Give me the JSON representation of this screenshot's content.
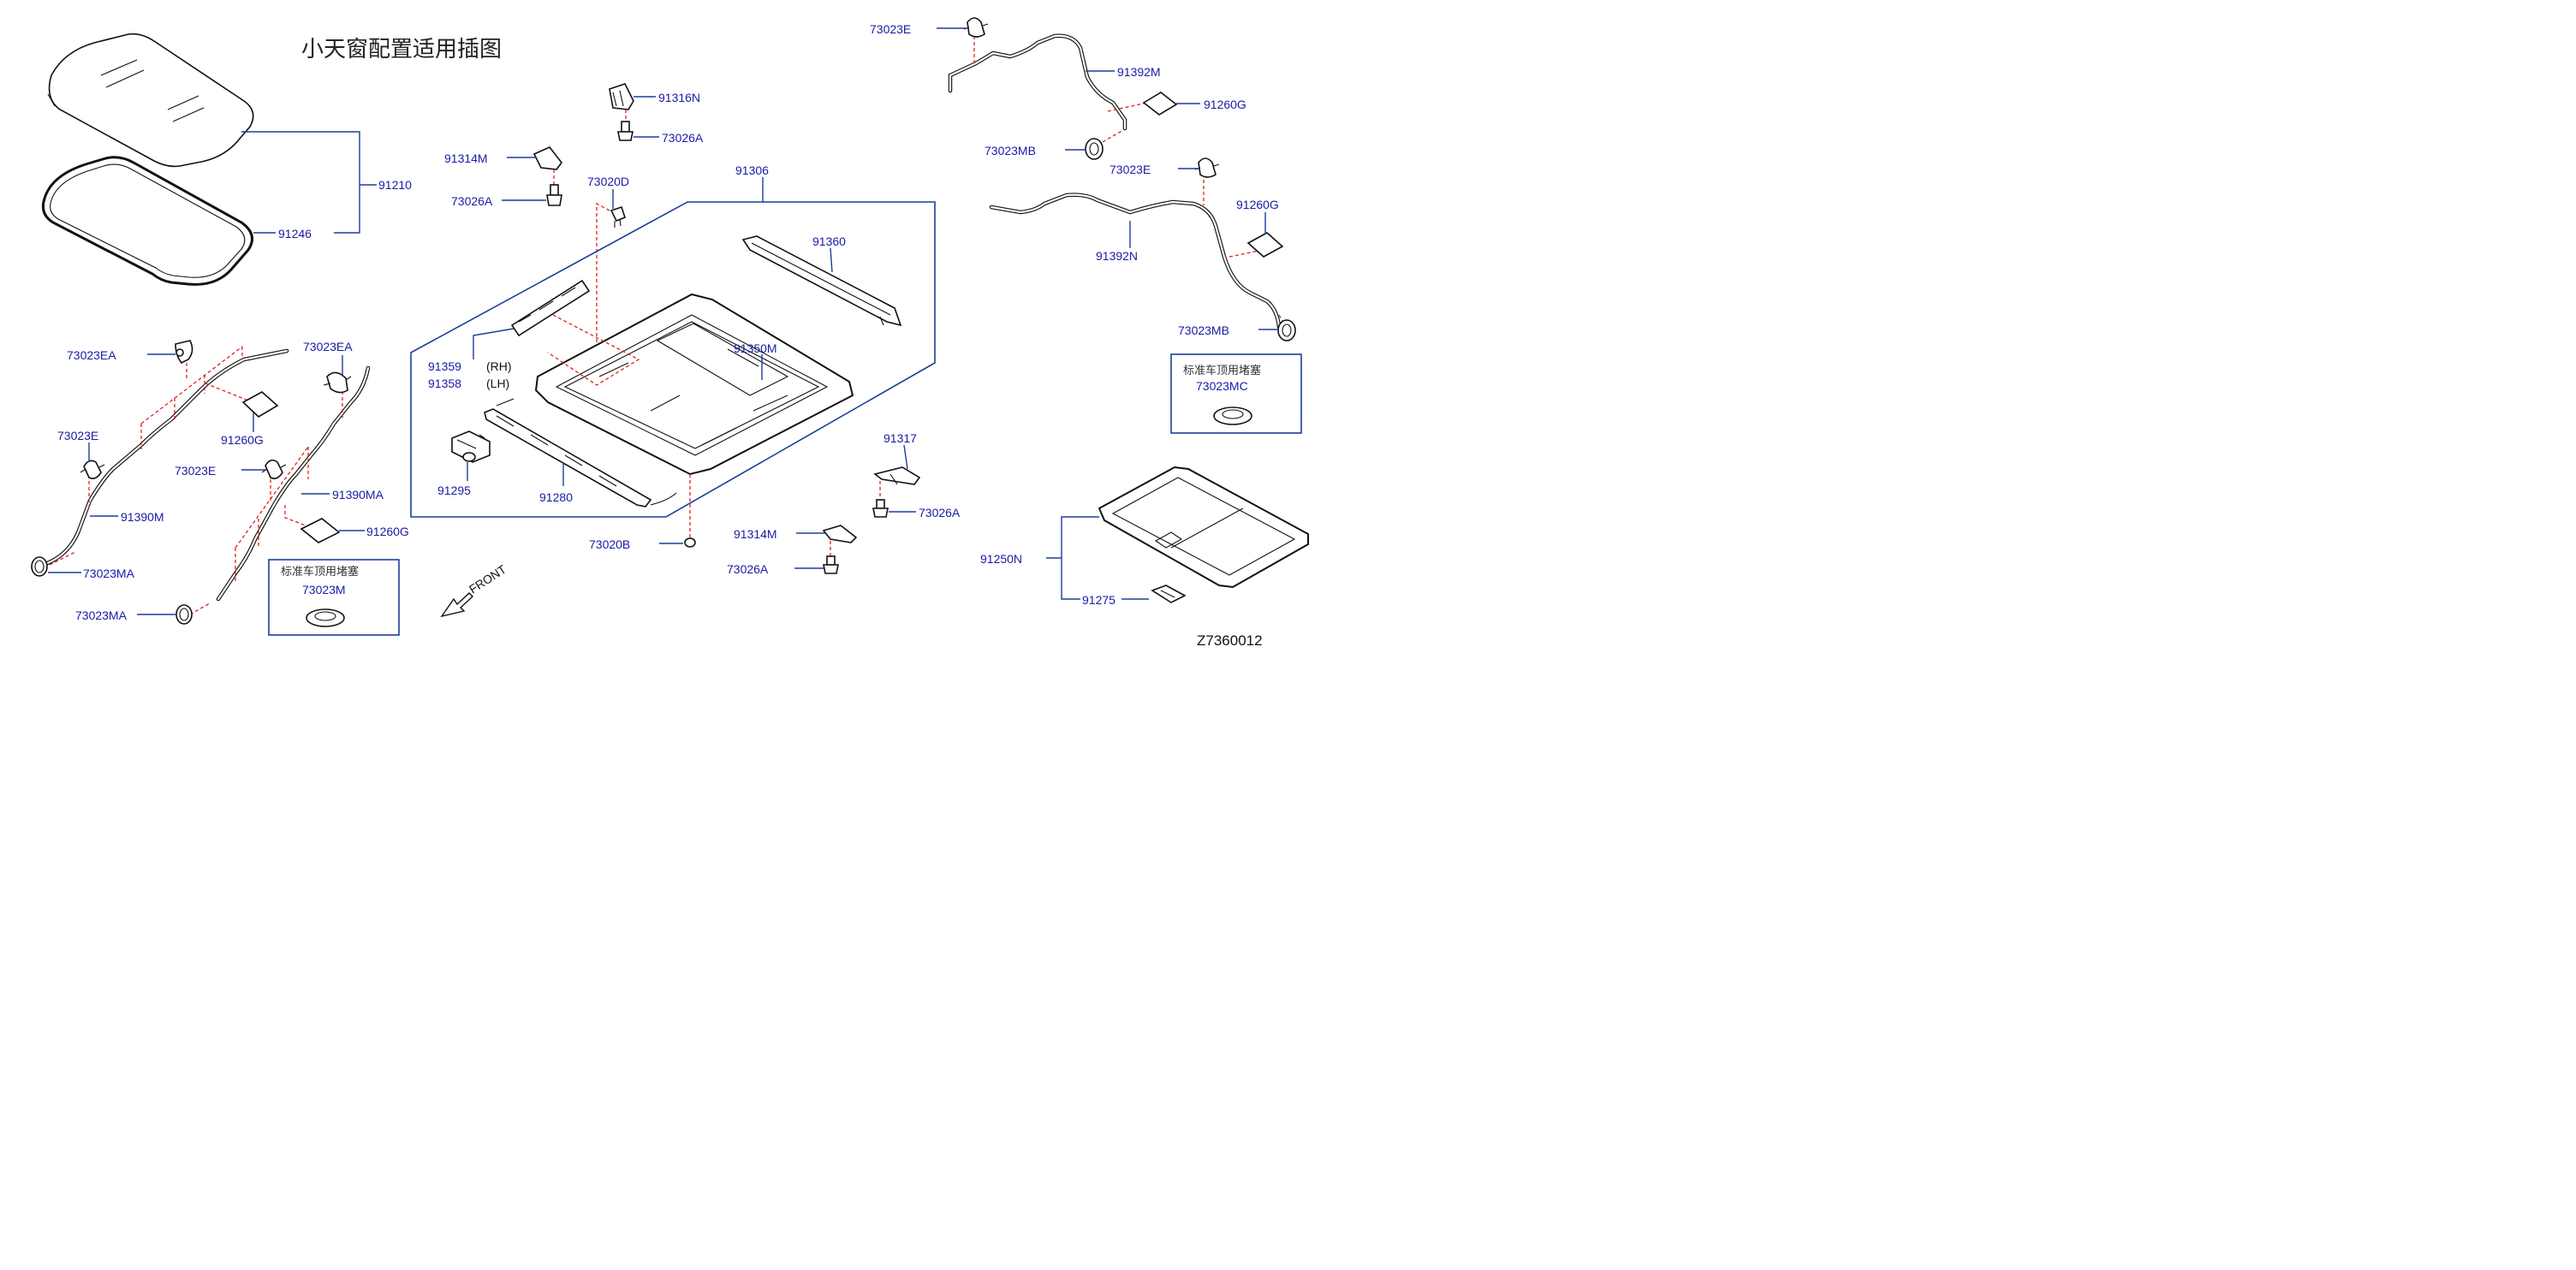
{
  "diagram": {
    "title": "小天窗配置适用插图",
    "drawing_code": "Z7360012",
    "front_label": "FRONT",
    "parts": {
      "p91210": "91210",
      "p91246": "91246",
      "p73023EA_left": "73023EA",
      "p73023EA_mid": "73023EA",
      "p73023E_left": "73023E",
      "p73023E_mid": "73023E",
      "p91260G_left": "91260G",
      "p91260G_mid": "91260G",
      "p91390M": "91390M",
      "p91390MA": "91390MA",
      "p73023MA_left": "73023MA",
      "p73023MA_mid": "73023MA",
      "p91316N": "91316N",
      "p73026A_top": "73026A",
      "p91314M_top": "91314M",
      "p73026A_left": "73026A",
      "p73020D": "73020D",
      "p91306": "91306",
      "p91360": "91360",
      "p91359": "91359",
      "p91359_side": "(RH)",
      "p91358": "91358",
      "p91358_side": "(LH)",
      "p91350M": "91350M",
      "p91295": "91295",
      "p91280": "91280",
      "p73020B": "73020B",
      "p91317": "91317",
      "p73026A_right1": "73026A",
      "p91314M_bottom": "91314M",
      "p73026A_right2": "73026A",
      "p73023E_topright": "73023E",
      "p91392M": "91392M",
      "p91260G_right1": "91260G",
      "p73023MB_1": "73023MB",
      "p73023E_right": "73023E",
      "p91260G_right2": "91260G",
      "p91392N": "91392N",
      "p73023MB_2": "73023MB",
      "p91250N": "91250N",
      "p91275": "91275"
    },
    "boxes": {
      "left_box_title": "标准车顶用堵塞",
      "left_box_part": "73023M",
      "right_box_title": "标准车顶用堵塞",
      "right_box_part": "73023MC"
    },
    "colors": {
      "label": "#1a1aa6",
      "leader": "#1a3f9a",
      "dashed_link": "#e0201c",
      "linework": "#111111"
    }
  }
}
